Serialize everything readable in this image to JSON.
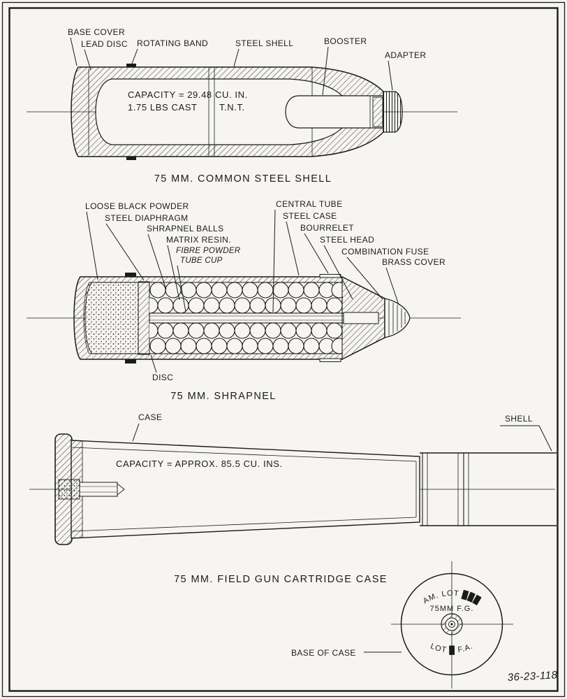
{
  "page": {
    "background": "#f6f5f1",
    "ink": "#1b1b1b",
    "drawing_number": "36-23-118"
  },
  "common_shell": {
    "caption": "75 MM. COMMON STEEL SHELL",
    "capacity_line1": "CAPACITY = 29.48 CU. IN.",
    "capacity_line2a": "1.75 LBS CAST",
    "capacity_line2b": "T.N.T.",
    "labels": {
      "base_cover": "BASE COVER",
      "lead_disc": "LEAD DISC",
      "rotating_band": "ROTATING BAND",
      "steel_shell": "STEEL SHELL",
      "booster": "BOOSTER",
      "adapter": "ADAPTER"
    }
  },
  "shrapnel_shell": {
    "caption": "75 MM. SHRAPNEL",
    "labels": {
      "loose_black_powder": "LOOSE BLACK POWDER",
      "steel_diaphragm": "STEEL DIAPHRAGM",
      "shrapnel_balls": "SHRAPNEL BALLS",
      "matrix_resin": "MATRIX RESIN.",
      "fibre_powder_line1": "FIBRE POWDER",
      "fibre_powder_line2": "TUBE CUP",
      "central_tube": "CENTRAL TUBE",
      "steel_case": "STEEL CASE",
      "bourrelet": "BOURRELET",
      "steel_head": "STEEL HEAD",
      "combination_fuse": "COMBINATION FUSE",
      "brass_cover": "BRASS COVER",
      "disc": "DISC"
    }
  },
  "cartridge_case": {
    "caption": "75 MM. FIELD GUN CARTRIDGE CASE",
    "capacity": "CAPACITY = APPROX. 85.5 CU. INS.",
    "labels": {
      "case": "CASE",
      "shell": "SHELL",
      "base_of_case": "BASE OF CASE"
    }
  },
  "base_of_case": {
    "stamp_line1": "AM. LOT ███",
    "stamp_line2": "75MM F.G.",
    "stamp_line3": "LOT █ F.A."
  }
}
